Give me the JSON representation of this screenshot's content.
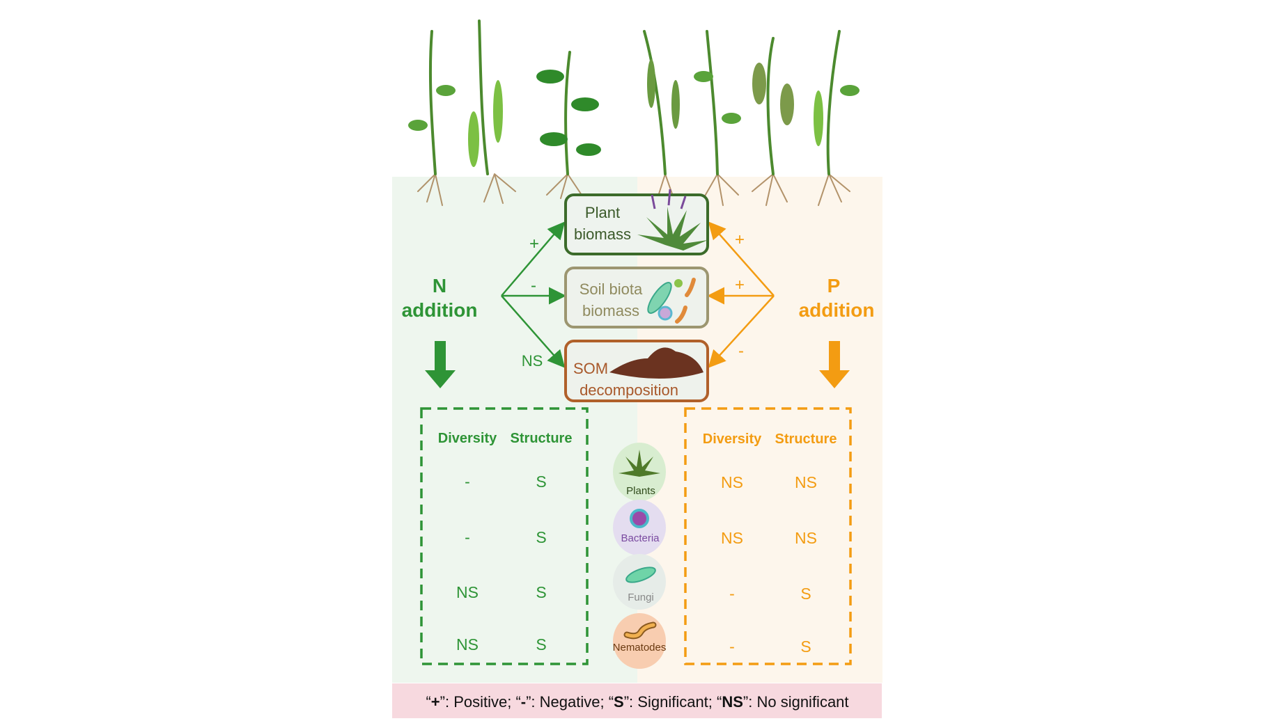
{
  "colors": {
    "n_green": "#2e9436",
    "p_orange": "#f39c12",
    "plant_box": "#3b6b2a",
    "soil_box": "#9c9670",
    "som_box": "#b0602a",
    "legend_bg": "#f7d9df"
  },
  "n_addition": {
    "line1": "N",
    "line2": "addition"
  },
  "p_addition": {
    "line1": "P",
    "line2": "addition"
  },
  "boxes": {
    "plant": {
      "line1": "Plant",
      "line2": "biomass"
    },
    "soil": {
      "line1": "Soil biota",
      "line2": "biomass"
    },
    "som": {
      "line1": "SOM",
      "line2": "decomposition"
    }
  },
  "n_effects": {
    "plant": "+",
    "soil": "-",
    "som": "NS"
  },
  "p_effects": {
    "plant": "+",
    "soil": "+",
    "som": "-"
  },
  "organisms": [
    "Plants",
    "Bacteria",
    "Fungi",
    "Nematodes"
  ],
  "n_table": {
    "headers": [
      "Diversity",
      "Structure"
    ],
    "rows": [
      [
        "-",
        "S"
      ],
      [
        "-",
        "S"
      ],
      [
        "NS",
        "S"
      ],
      [
        "NS",
        "S"
      ]
    ]
  },
  "p_table": {
    "headers": [
      "Diversity",
      "Structure"
    ],
    "rows": [
      [
        "NS",
        "NS"
      ],
      [
        "NS",
        "NS"
      ],
      [
        "-",
        "S"
      ],
      [
        "-",
        "S"
      ]
    ]
  },
  "legend": {
    "q1": "“",
    "plus": "+",
    "t1": "”: Positive; “",
    "minus": "-",
    "t2": "”: Negative; “",
    "s": "S",
    "t3": "”: Significant; “",
    "ns": "NS",
    "t4": "”: No significant"
  }
}
